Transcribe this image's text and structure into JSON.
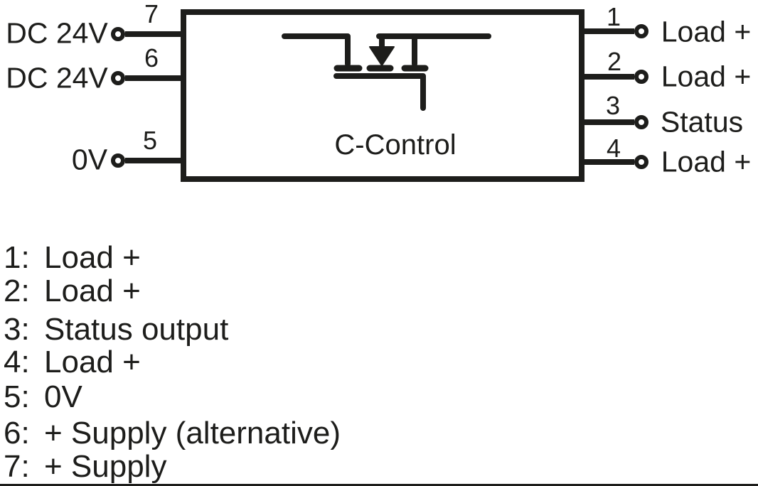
{
  "colors": {
    "ink": "#1d1d1b",
    "background": "#ffffff"
  },
  "diagram": {
    "block_label": "C-Control",
    "left_pins": [
      {
        "number": "7",
        "label": "DC 24V"
      },
      {
        "number": "6",
        "label": "DC 24V"
      },
      {
        "number": "5",
        "label": "0V"
      }
    ],
    "right_pins": [
      {
        "number": "1",
        "label": "Load +"
      },
      {
        "number": "2",
        "label": "Load +"
      },
      {
        "number": "3",
        "label": "Status"
      },
      {
        "number": "4",
        "label": "Load +"
      }
    ],
    "symbol": "mosfet-icon"
  },
  "legend": {
    "items": [
      {
        "prefix": "1:",
        "label": "Load +"
      },
      {
        "prefix": "2:",
        "label": "Load +"
      },
      {
        "prefix": "3:",
        "label": "Status output"
      },
      {
        "prefix": "4:",
        "label": "Load +"
      },
      {
        "prefix": "5:",
        "label": "0V"
      },
      {
        "prefix": "6:",
        "label": "+ Supply (alternative)"
      },
      {
        "prefix": "7:",
        "label": "+ Supply"
      }
    ]
  }
}
